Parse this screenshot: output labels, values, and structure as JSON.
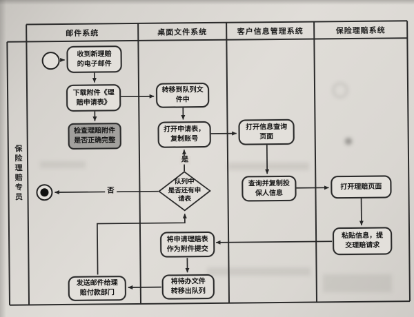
{
  "diagram": {
    "role_label": "保险理赔专员",
    "lanes": [
      {
        "label": "邮件系统"
      },
      {
        "label": "桌面文件系统"
      },
      {
        "label": "客户信息管理系统"
      },
      {
        "label": "保险理赔系统"
      }
    ],
    "nodes": {
      "receive_email": "收到新理赔\n的电子邮件",
      "download_attachment": "下载附件《理\n赔申请表》",
      "check_attachment": "检查理赔附件\n是否正确完整",
      "send_email_payment": "发送邮件给理\n赔付款部门",
      "move_to_queue": "转移到队列文\n件中",
      "open_form_copy_account": "打开申请表，\n复制账号",
      "queue_decision": "队列中\n是否还有申\n请表",
      "submit_as_attachment": "将申请理赔表\n作为附件提交",
      "move_out_queue": "将待办文件\n转移出队列",
      "open_query_page": "打开信息查询\n页面",
      "query_copy_policyholder": "查询并复制投\n保人信息",
      "open_claim_page": "打开理赔页面",
      "paste_submit_claim": "粘贴信息，提\n交理赔请求"
    },
    "edge_labels": {
      "yes": "是",
      "no": "否"
    },
    "colors": {
      "ink": "#262626",
      "paper": "#dcd9d4",
      "shaded_node": "#a2a09d"
    }
  }
}
